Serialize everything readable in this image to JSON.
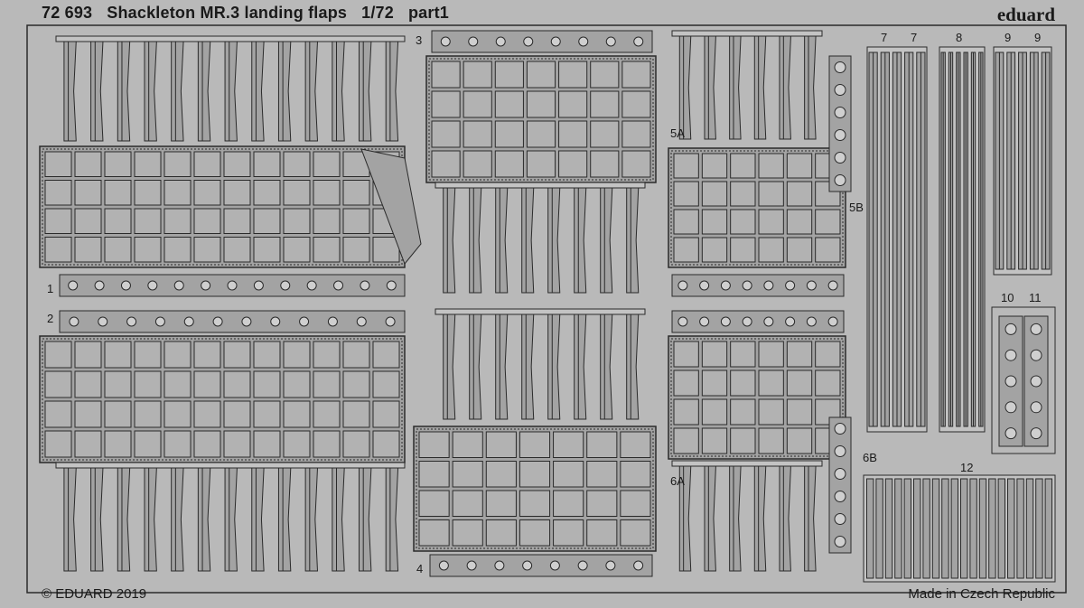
{
  "sheet": {
    "number": "72 693",
    "name": "Shackleton MR.3 landing flaps",
    "scale": "1/72",
    "part": "part1",
    "brand": "eduard",
    "copyright": "© EDUARD 2019",
    "origin": "Made in Czech Republic"
  },
  "part_labels": [
    "1",
    "2",
    "3",
    "4",
    "5A",
    "5B",
    "6A",
    "6B",
    "7",
    "7",
    "8",
    "9",
    "9",
    "10",
    "11",
    "12"
  ],
  "colors": {
    "background": "#b9b9b9",
    "metal": "#a3a3a3",
    "frame": "#c3c3c3",
    "line": "#2a2a2a",
    "hole": "#cfcfcf"
  }
}
